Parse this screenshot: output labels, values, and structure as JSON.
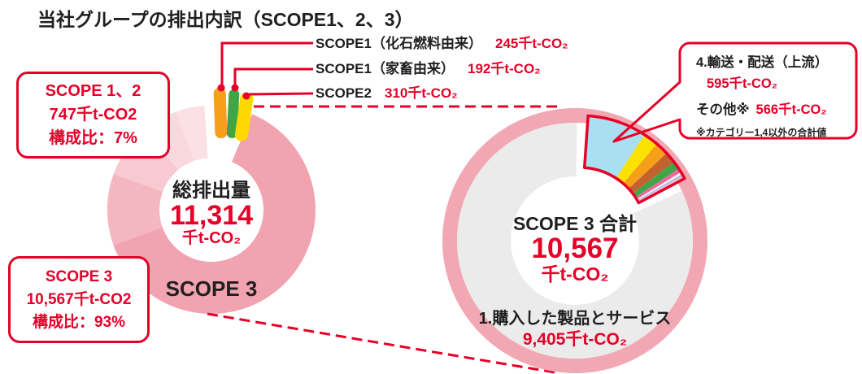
{
  "title": "当社グループの排出内訳（SCOPE1、2、3）",
  "colors": {
    "accent_red": "#E60028",
    "left_ring_pink": "#F1A3B0",
    "right_ring_pink": "#F2A8B3",
    "gray_category1": "#EBEBEB",
    "slice_orange": "#F6A019",
    "slice_green": "#3EA647",
    "slice_yellow": "#FFD800",
    "wedge_lightblue": "#A9DFF1",
    "wedge_other_colors": [
      "#FBE100",
      "#F6A019",
      "#C2622F",
      "#3EA647",
      "#F0679F",
      "#FFFFFF",
      "#B7C0E0",
      "#F7B9D0"
    ]
  },
  "left_chart": {
    "center_label": "総排出量",
    "center_value": "11,314",
    "center_unit": "千t-CO₂",
    "ring_label": "SCOPE 3",
    "callouts": [
      {
        "label": "SCOPE1（化石燃料由来）",
        "value": "245千t-CO₂"
      },
      {
        "label": "SCOPE1（家畜由来）",
        "value": "192千t-CO₂"
      },
      {
        "label": "SCOPE2",
        "value": "310千t-CO₂"
      }
    ],
    "scope12_box": {
      "title": "SCOPE 1、2",
      "amount": "747千t-CO2",
      "share": "構成比：7%"
    },
    "scope3_box": {
      "title": "SCOPE 3",
      "amount": "10,567千t-CO2",
      "share": "構成比：93%"
    }
  },
  "right_chart": {
    "center_label": "SCOPE 3 合計",
    "center_value": "10,567",
    "center_unit": "千t-CO₂",
    "category1_label": "1.購入した製品とサービス",
    "category1_value": "9,405千t-CO₂",
    "bubble": {
      "line1_label": "4.輸送・配送（上流）",
      "line1_value": "595千t-CO₂",
      "line2_label": "その他※",
      "line2_value": "566千t-CO₂",
      "note": "※カテゴリー1,4以外の合計値"
    }
  },
  "chart_data": [
    {
      "type": "pie",
      "title": "総排出量",
      "unit": "千t-CO₂",
      "total": 11314,
      "segments": [
        {
          "label": "SCOPE1（化石燃料由来）",
          "value": 245,
          "color": "#F6A019"
        },
        {
          "label": "SCOPE1（家畜由来）",
          "value": 192,
          "color": "#3EA647"
        },
        {
          "label": "SCOPE2",
          "value": 310,
          "color": "#FFD800"
        },
        {
          "label": "SCOPE 3",
          "value": 10567,
          "color": "#F1A3B0"
        }
      ],
      "annotations": [
        {
          "label": "SCOPE 1、2",
          "value": 747,
          "share_pct": 7
        },
        {
          "label": "SCOPE 3",
          "value": 10567,
          "share_pct": 93
        }
      ]
    },
    {
      "type": "pie",
      "title": "SCOPE 3 合計",
      "unit": "千t-CO₂",
      "total": 10567,
      "segments": [
        {
          "label": "1.購入した製品とサービス",
          "value": 9405,
          "color": "#EBEBEB"
        },
        {
          "label": "4.輸送・配送（上流）",
          "value": 595,
          "color": "#A9DFF1"
        },
        {
          "label": "その他（カテゴリー1,4以外の合計値）",
          "value": 566,
          "color": "#FBE100"
        }
      ]
    }
  ]
}
